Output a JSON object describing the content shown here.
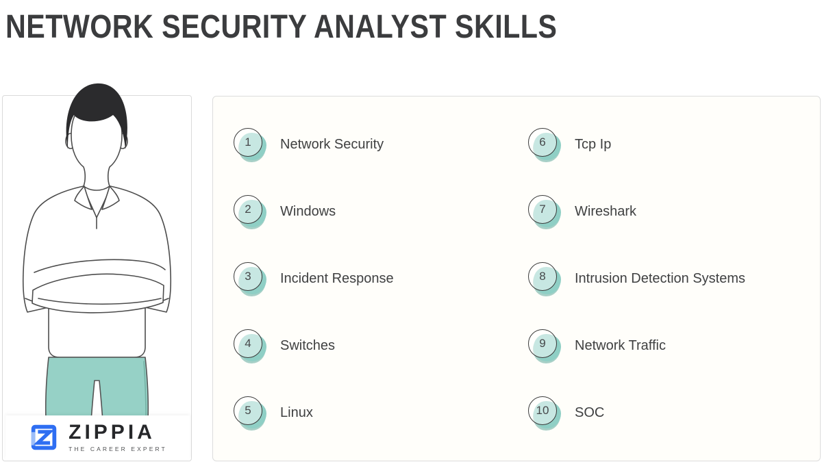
{
  "title": "NETWORK SECURITY ANALYST SKILLS",
  "skills": {
    "items": [
      {
        "number": "1",
        "label": "Network Security"
      },
      {
        "number": "2",
        "label": "Windows"
      },
      {
        "number": "3",
        "label": "Incident Response"
      },
      {
        "number": "4",
        "label": "Switches"
      },
      {
        "number": "5",
        "label": "Linux"
      },
      {
        "number": "6",
        "label": "Tcp Ip"
      },
      {
        "number": "7",
        "label": "Wireshark"
      },
      {
        "number": "8",
        "label": "Intrusion Detection Systems"
      },
      {
        "number": "9",
        "label": "Network Traffic"
      },
      {
        "number": "10",
        "label": "SOC"
      }
    ]
  },
  "logo": {
    "brand": "ZIPPIA",
    "tagline": "THE CAREER EXPERT",
    "icon": "zippia-z-icon"
  },
  "illustration": {
    "description": "Line drawing of a man with dark hair and crossed arms, wearing a white polo shirt and teal pants"
  },
  "colors": {
    "badge_teal": "#8FCFC5",
    "badge_shadow": "#79B7AC",
    "pants_teal": "#96D1C6",
    "logo_blue": "#2E6EF2",
    "title_text": "#3B3C3E",
    "item_text": "#3F4041",
    "panel_border": "#DCDCDC",
    "panel_background": "#FFFEFA"
  }
}
